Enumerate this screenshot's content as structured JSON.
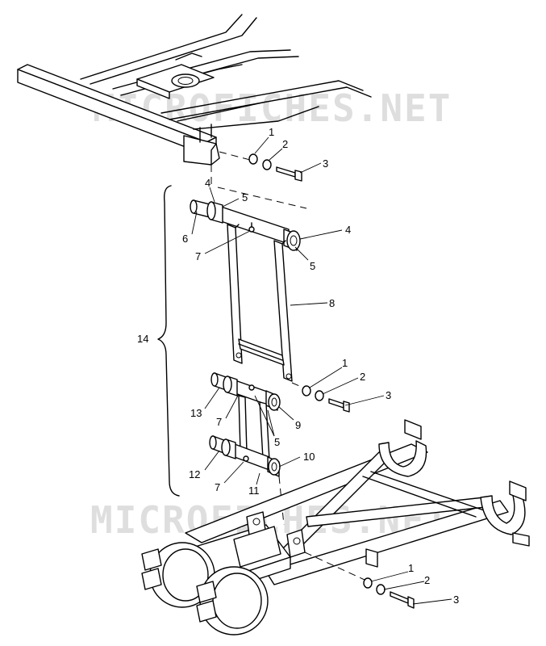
{
  "watermark": {
    "top": "MICROFICHES.NET",
    "bottom": "MICROFICHES.NET"
  },
  "callouts": {
    "top_washer": "1",
    "top_lockwasher": "2",
    "top_bolt": "3",
    "upper_bushing_left": "4",
    "upper_sleeve_left": "5",
    "upper_shaft": "6",
    "upper_grease_fitting": "7",
    "upper_bushing_right": "4",
    "upper_sleeve_right": "5",
    "arm": "8",
    "mid_washer": "1",
    "mid_lockwasher": "2",
    "mid_bolt": "3",
    "lower_shaft_13": "13",
    "lower_fitting_7a": "7",
    "lower_sleeve_9": "9",
    "lower_sleeve_5": "5",
    "lower_shaft_12": "12",
    "lower_fitting_7b": "7",
    "lower_sleeve_10": "10",
    "lower_sleeve_11": "11",
    "assembly": "14",
    "bottom_washer": "1",
    "bottom_lockwasher": "2",
    "bottom_bolt": "3"
  }
}
